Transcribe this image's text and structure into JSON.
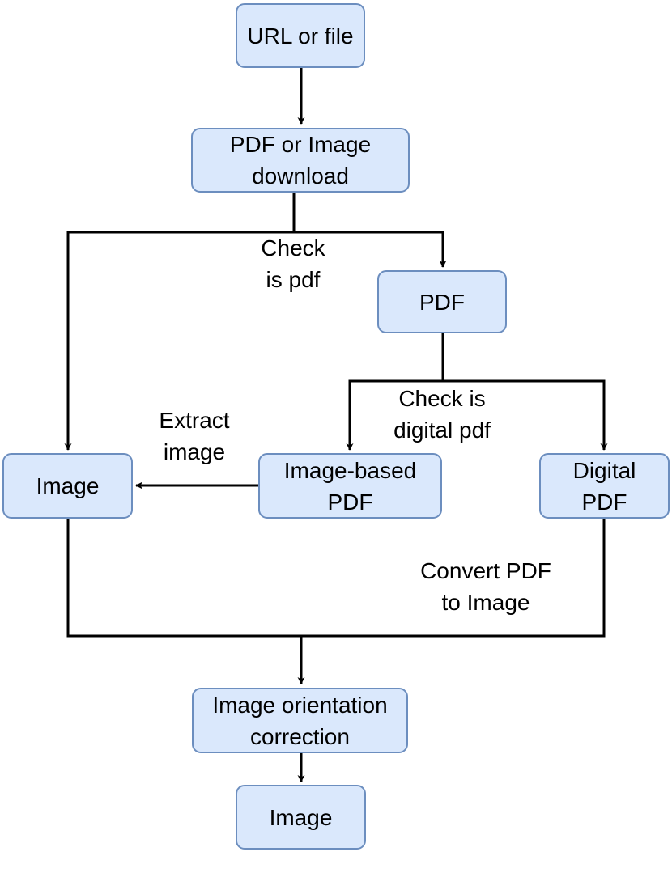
{
  "colors": {
    "node_fill": "#dae8fc",
    "node_stroke": "#6c8ebf",
    "edge": "#000000",
    "text": "#000000"
  },
  "nodes": {
    "url_or_file": "URL or file",
    "pdf_or_image_download": "PDF or Image\ndownload",
    "pdf": "PDF",
    "image_left": "Image",
    "image_based_pdf": "Image-based\nPDF",
    "digital_pdf": "Digital\nPDF",
    "image_orientation_correction": "Image orientation\ncorrection",
    "image_output": "Image"
  },
  "edge_labels": {
    "check_is_pdf": "Check\nis pdf",
    "check_is_digital_pdf": "Check is\ndigital pdf",
    "extract_image": "Extract\nimage",
    "convert_pdf_to_image": "Convert PDF\nto Image"
  }
}
